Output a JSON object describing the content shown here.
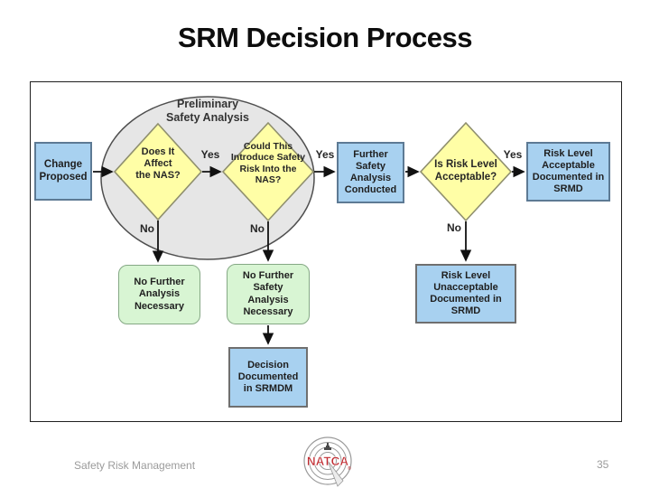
{
  "slide": {
    "title": "SRM Decision Process",
    "footer": {
      "left_text": "Safety Risk Management",
      "page_number": "35",
      "logo_text": "NATCA",
      "logo_registered_mark": "®"
    }
  },
  "diagram": {
    "ellipse_label": "Preliminary\nSafety Analysis",
    "nodes": {
      "change_proposed": "Change\nProposed",
      "does_it_affect": "Does It\nAffect\nthe NAS?",
      "could_introduce": "Could This\nIntroduce Safety\nRisk Into the\nNAS?",
      "further_analysis": "Further\nSafety\nAnalysis\nConducted",
      "is_risk_acceptable": "Is Risk Level\nAcceptable?",
      "risk_acceptable": "Risk Level\nAcceptable\nDocumented in\nSRMD",
      "no_further_analysis": "No Further\nAnalysis\nNecessary",
      "no_further_safety": "No Further\nSafety\nAnalysis\nNecessary",
      "decision_documented": "Decision\nDocumented\nin SRMDM",
      "risk_unacceptable": "Risk Level\nUnacceptable\nDocumented in\nSRMD"
    },
    "edge_labels": {
      "yes1": "Yes",
      "yes2": "Yes",
      "yes3": "Yes",
      "no1": "No",
      "no2": "No",
      "no3": "No"
    },
    "colors": {
      "process_blue_fill": "#A8D1F0",
      "process_blue_border": "#5d7a94",
      "decision_yellow_fill": "#FFFEA6",
      "decision_yellow_border": "#8f8f6e",
      "terminal_green_fill": "#D8F5D3",
      "terminal_green_border": "#85a885",
      "ellipse_gray_fill": "#E6E6E6",
      "arrow_black": "#111111",
      "logo_red": "#C0272D"
    }
  }
}
